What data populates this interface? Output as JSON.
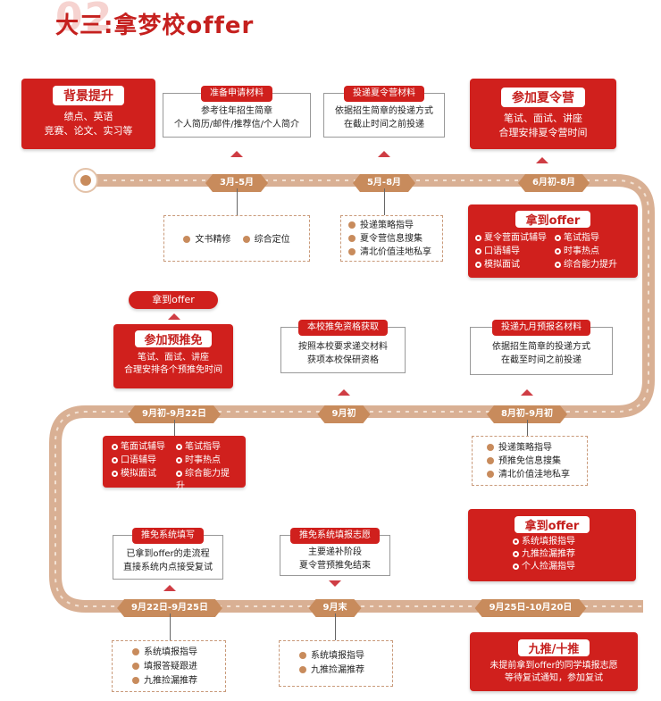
{
  "header": {
    "number": "02",
    "title": "大三:拿梦校offer"
  },
  "row1": {
    "start": {
      "title": "背景提升",
      "line1": "绩点、英语",
      "line2": "竞赛、论文、实习等"
    },
    "prep": {
      "tag": "准备申请材料",
      "line1": "参考往年招生简章",
      "line2": "个人简历/邮件/推荐信/个人简介"
    },
    "summer_submit": {
      "tag": "投递夏令营材料",
      "line1": "依据招生简章的投递方式",
      "line2": "在截止时间之前投递"
    },
    "summer_camp": {
      "title": "参加夏令营",
      "line1": "笔试、面试、讲座",
      "line2": "合理安排夏令营时间"
    },
    "labels": [
      "3月-5月",
      "5月-8月",
      "6月初-8月"
    ],
    "svc1": [
      "文书精修",
      "综合定位"
    ],
    "svc2": [
      "投递策略指导",
      "夏令营信息搜集",
      "清北价值洼地私享"
    ],
    "offer": {
      "title": "拿到offer",
      "items": [
        "夏令营面试辅导",
        "笔试指导",
        "口语辅导",
        "时事热点",
        "模拟面试",
        "综合能力提升"
      ]
    }
  },
  "row2": {
    "offer_tag": "拿到offer",
    "pre_exempt": {
      "title": "参加预推免",
      "line1": "笔试、面试、讲座",
      "line2": "合理安排各个预推免时间"
    },
    "qualify": {
      "tag": "本校推免资格获取",
      "line1": "按照本校要求递交材料",
      "line2": "获项本校保研资格"
    },
    "sept_submit": {
      "tag": "投递九月预报名材料",
      "line1": "依据招生简章的投递方式",
      "line2": "在截至时间之前投递"
    },
    "labels": [
      "9月初-9月22日",
      "9月初",
      "8月初-9月初"
    ],
    "svc_red": [
      "笔面试辅导",
      "笔试指导",
      "口语辅导",
      "时事热点",
      "模拟面试",
      "综合能力提升"
    ],
    "svc_right": [
      "投递策略指导",
      "预推免信息搜集",
      "清北价值洼地私享"
    ]
  },
  "row3": {
    "fill": {
      "tag": "推免系统填写",
      "line1": "已拿到offer的走流程",
      "line2": "直接系统内点接受复试"
    },
    "fill_vol": {
      "tag": "推免系统填报志愿",
      "line1": "主要递补阶段",
      "line2": "夏令营预推免结束"
    },
    "offer": {
      "title": "拿到offer",
      "items": [
        "系统填报指导",
        "九推捡漏推荐",
        "个人捡漏指导"
      ]
    },
    "labels": [
      "9月22日-9月25日",
      "9月末",
      "9月25日-10月20日"
    ],
    "svc_left": [
      "系统填报指导",
      "填报答疑跟进",
      "九推捡漏推荐"
    ],
    "svc_mid": [
      "系统填报指导",
      "九推捡漏推荐"
    ],
    "final": {
      "title": "九推/十推",
      "line1": "未提前拿到offer的同学填报志愿",
      "line2": "等待复试通知，参加复试"
    }
  },
  "colors": {
    "red": "#d0201d",
    "road": "#d9b094",
    "label": "#c88b5c",
    "arrow": "#cf3d44"
  }
}
